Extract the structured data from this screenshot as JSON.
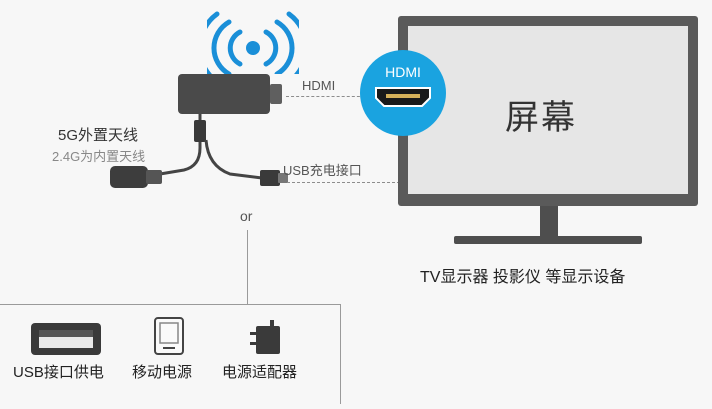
{
  "diagram": {
    "antenna_title": "5G外置天线",
    "antenna_subtitle": "2.4G为内置天线",
    "hdmi_line_label": "HDMI",
    "hdmi_badge_label": "HDMI",
    "usb_line_label": "USB充电接口",
    "or_label": "or",
    "screen_label": "屏幕",
    "tv_caption": "TV显示器 投影仪 等显示设备",
    "power_sources": [
      {
        "label": "USB接口供电",
        "icon": "usb-port-icon"
      },
      {
        "label": "移动电源",
        "icon": "power-bank-icon"
      },
      {
        "label": "电源适配器",
        "icon": "power-adapter-icon"
      }
    ]
  },
  "colors": {
    "accent_blue": "#1aa3e0",
    "wifi_blue": "#1a8fd8",
    "device_dark": "#4a4a4a",
    "tv_frame": "#5a5a5a",
    "screen_gray": "#e6e6e6"
  }
}
